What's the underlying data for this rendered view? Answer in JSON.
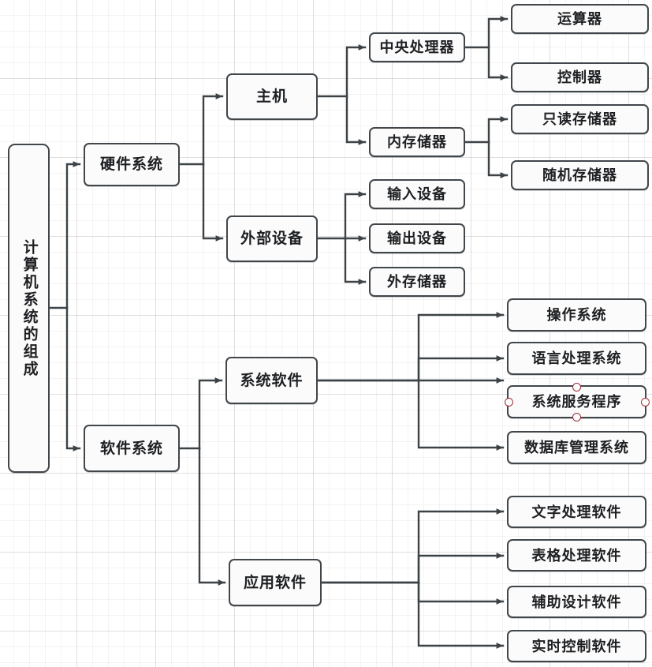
{
  "diagram": {
    "title": "计算机系统的组成",
    "root": {
      "label": "计算机系统的组成"
    },
    "level1": [
      {
        "label": "硬件系统"
      },
      {
        "label": "软件系统"
      }
    ],
    "level2": [
      {
        "label": "主机"
      },
      {
        "label": "外部设备"
      },
      {
        "label": "系统软件"
      },
      {
        "label": "应用软件"
      }
    ],
    "level3": [
      {
        "label": "中央处理器"
      },
      {
        "label": "内存储器"
      },
      {
        "label": "输入设备"
      },
      {
        "label": "输出设备"
      },
      {
        "label": "外存储器"
      }
    ],
    "level4": [
      {
        "label": "运算器"
      },
      {
        "label": "控制器"
      },
      {
        "label": "只读存储器"
      },
      {
        "label": "随机存储器"
      }
    ],
    "system_software": [
      {
        "label": "操作系统"
      },
      {
        "label": "语言处理系统"
      },
      {
        "label": "系统服务程序"
      },
      {
        "label": "数据库管理系统"
      }
    ],
    "application_software": [
      {
        "label": "文字处理软件"
      },
      {
        "label": "表格处理软件"
      },
      {
        "label": "辅助设计软件"
      },
      {
        "label": "实时控制软件"
      }
    ],
    "selected_node": "系统服务程序",
    "colors": {
      "node_border": "#41464b",
      "node_fill": "#fbfbfb",
      "edge": "#3d4246",
      "handle_border": "#9e2b35",
      "grid_minor": "#e9e9e9",
      "grid_major": "#dcdcdc",
      "text": "#1d1f22"
    }
  }
}
